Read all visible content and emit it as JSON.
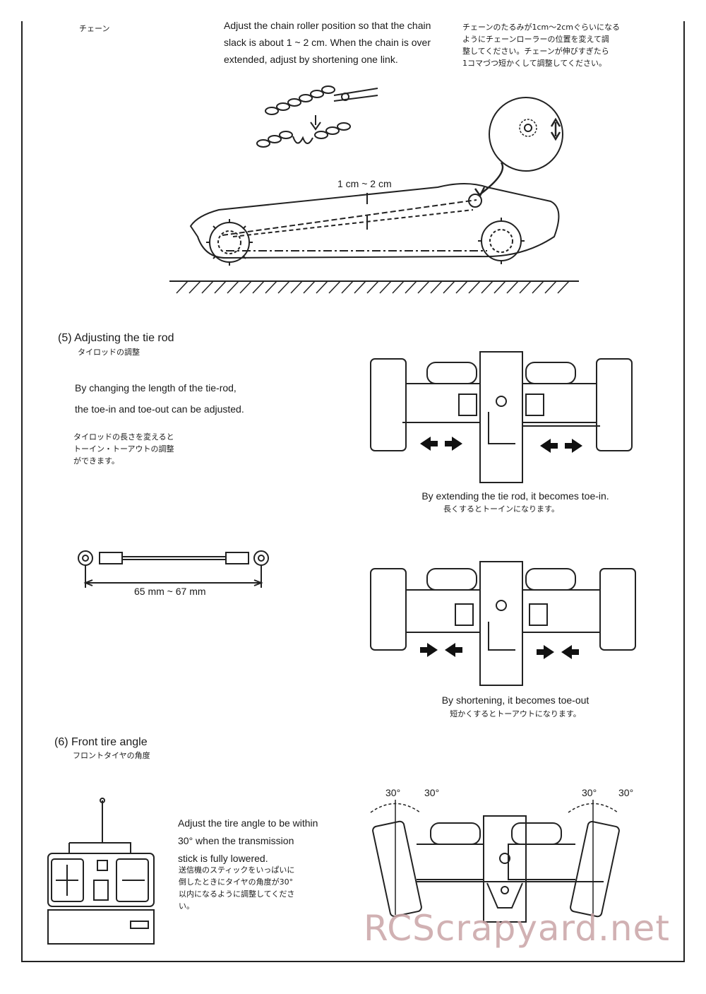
{
  "top": {
    "side_label_jp": "チェーン",
    "instruction_en": [
      "Adjust the chain roller position so that the chain",
      "slack is about 1 ~ 2 cm.  When the chain  is over",
      "extended, adjust by shortening one link."
    ],
    "instruction_jp": [
      "チェーンのたるみが1cm〜2cmぐらいになる",
      "ようにチェーンローラーの位置を変えて調",
      "整してください。チェーンが伸びすぎたら",
      "1コマづつ短かくして調整してください。"
    ],
    "slack_label": "1 cm ~ 2 cm"
  },
  "section5": {
    "heading": "(5) Adjusting the tie rod",
    "heading_jp": "タイロッドの調整",
    "body_en": [
      "By changing the length of the tie-rod,",
      "the toe-in and toe-out can be adjusted."
    ],
    "body_jp": [
      "タイロッドの長さを変えると",
      "トーイン・トーアウトの調整",
      "ができます。"
    ],
    "toe_in_caption": "By extending the tie rod, it becomes toe-in.",
    "toe_in_caption_jp": "長くするとトーインになります。",
    "rod_length": "65 mm ~ 67 mm",
    "toe_out_caption": "By shortening, it becomes toe-out",
    "toe_out_caption_jp": "短かくするとトーアウトになります。"
  },
  "section6": {
    "heading": "(6) Front tire angle",
    "heading_jp": "フロントタイヤの角度",
    "body_en": [
      "Adjust the tire angle to be within",
      "30° when the transmission",
      "stick is fully lowered."
    ],
    "body_jp": [
      "送信機のスティックをいっぱいに",
      "倒したときにタイヤの角度が30°",
      "以内になるように調整してくださ",
      "い。"
    ],
    "angle_labels": [
      "30°",
      "30°",
      "30°",
      "30°"
    ]
  },
  "watermark": "RCScrapyard.net"
}
